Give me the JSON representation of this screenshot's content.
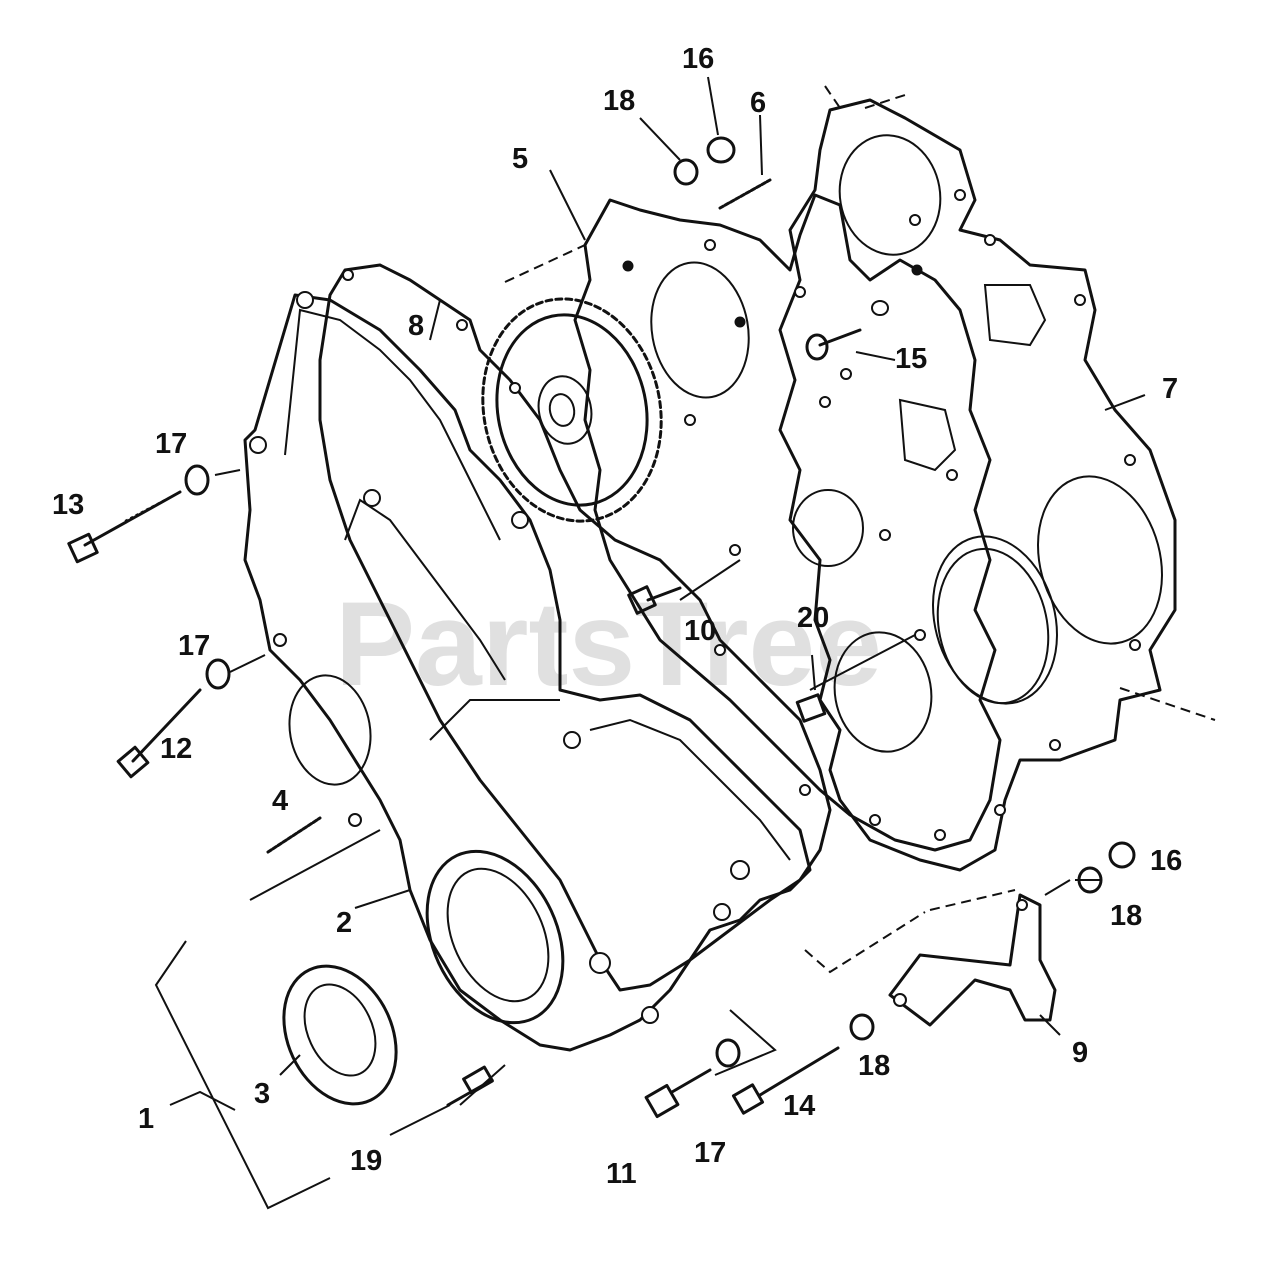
{
  "watermark": "PartsTree",
  "callouts": {
    "c1": "1",
    "c2": "2",
    "c3": "3",
    "c4": "4",
    "c5": "5",
    "c6": "6",
    "c7": "7",
    "c8": "8",
    "c9": "9",
    "c10": "10",
    "c11": "11",
    "c12": "12",
    "c13": "13",
    "c14": "14",
    "c15": "15",
    "c16a": "16",
    "c16b": "16",
    "c17a": "17",
    "c17b": "17",
    "c17c": "17",
    "c18a": "18",
    "c18b": "18",
    "c18c": "18",
    "c19": "19",
    "c20": "20"
  }
}
